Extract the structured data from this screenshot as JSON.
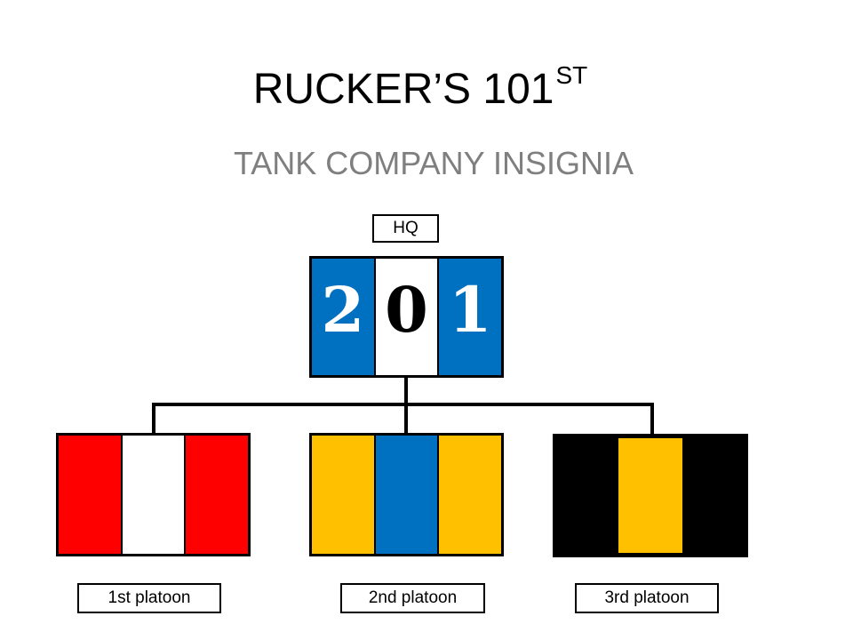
{
  "header": {
    "title": "RUCKER’S 101",
    "title_sup": "ST",
    "subtitle": "TANK COMPANY INSIGNIA"
  },
  "hq": {
    "label": "HQ",
    "stripes": [
      {
        "color": "#0070c0",
        "digit": "2",
        "digit_color": "#ffffff"
      },
      {
        "color": "#ffffff",
        "digit": "0",
        "digit_color": "#000000"
      },
      {
        "color": "#0070c0",
        "digit": "1",
        "digit_color": "#ffffff"
      }
    ]
  },
  "platoons": [
    {
      "label": "1st platoon",
      "stripes": [
        "#ff0000",
        "#ffffff",
        "#ff0000"
      ]
    },
    {
      "label": "2nd platoon",
      "stripes": [
        "#ffc000",
        "#0070c0",
        "#ffc000"
      ]
    },
    {
      "label": "3rd platoon",
      "stripes": [
        "#000000",
        "#ffc000",
        "#000000"
      ]
    }
  ]
}
